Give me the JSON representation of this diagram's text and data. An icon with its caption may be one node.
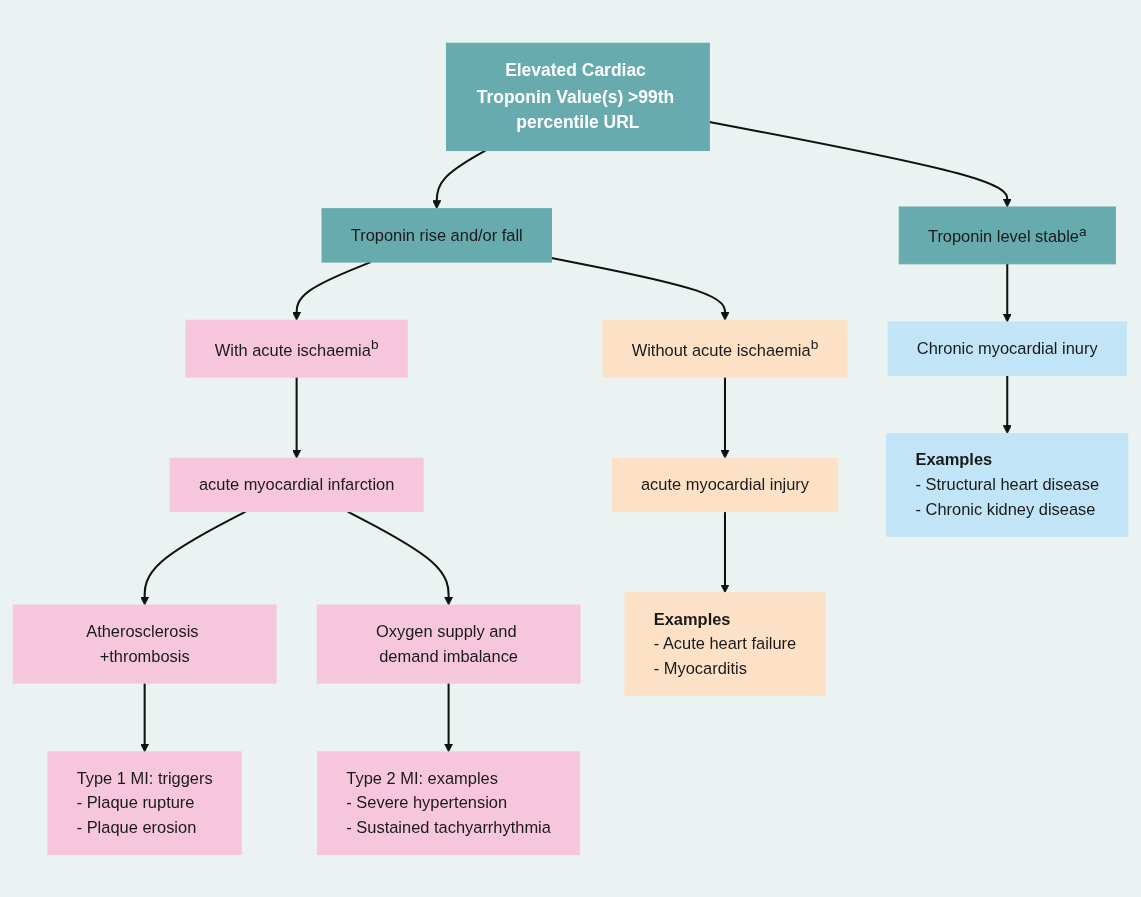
{
  "diagram": {
    "nodes": [
      {
        "text": [
          "Elevated Cardiac Troponin Value(s) >99th percentile URL"
        ]
      },
      {
        "text": [
          "Troponin rise and/or fall"
        ]
      },
      {
        "text": [
          "Troponin level stable$^{a}$"
        ]
      },
      {
        "text": [
          "With acute ischaemia$^{b}$"
        ]
      },
      {
        "text": [
          "Without acute ischaemia$^{b}$"
        ]
      },
      {
        "text": [
          "acute myocardial infarction"
        ]
      },
      {
        "text": [
          "acute myocardial injury"
        ]
      },
      {
        "text": [
          "Chronic myocardial inury"
        ]
      },
      {
        "text": [
          "Atherosclerosis +thrombosis"
        ]
      },
      {
        "text": [
          "Oxygen supply and demand imbalance"
        ]
      },
      {
        "text": [
          "Type 1 MI: triggers",
          "- Plaque rupture",
          "- Plaque erosion"
        ]
      },
      {
        "text": [
          "Type 2 MI: examples",
          "- Severe hypertension",
          "- Sustained tachyarrhythmia"
        ]
      },
      {
        "text": [
          "Examples",
          "- Acute heart failure",
          "- Myocarditis"
        ]
      },
      {
        "text": [
          "Examples",
          "- Structural heart disease",
          "- Chronic kidney disease"
        ]
      }
    ],
    "edges": [
      {
        "from": 0,
        "to": 1,
        "arrow": "to"
      },
      {
        "from": 0,
        "to": 2,
        "arrow": "to"
      },
      {
        "from": 1,
        "to": 3,
        "arrow": "to"
      },
      {
        "from": 1,
        "to": 4,
        "arrow": "to"
      },
      {
        "from": 3,
        "to": 5,
        "arrow": "to"
      },
      {
        "from": 4,
        "to": 6,
        "arrow": "to"
      },
      {
        "from": 2,
        "to": 7,
        "arrow": "to"
      },
      {
        "from": 5,
        "to": 8,
        "arrow": "to"
      },
      {
        "from": 5,
        "to": 9,
        "arrow": "to"
      },
      {
        "from": 8,
        "to": 10,
        "arrow": "to"
      },
      {
        "from": 9,
        "to": 11,
        "arrow": "to"
      },
      {
        "from": 6,
        "to": 12,
        "arrow": "to"
      },
      {
        "from": 7,
        "to": 13,
        "arrow": "to"
      }
    ]
  }
}
